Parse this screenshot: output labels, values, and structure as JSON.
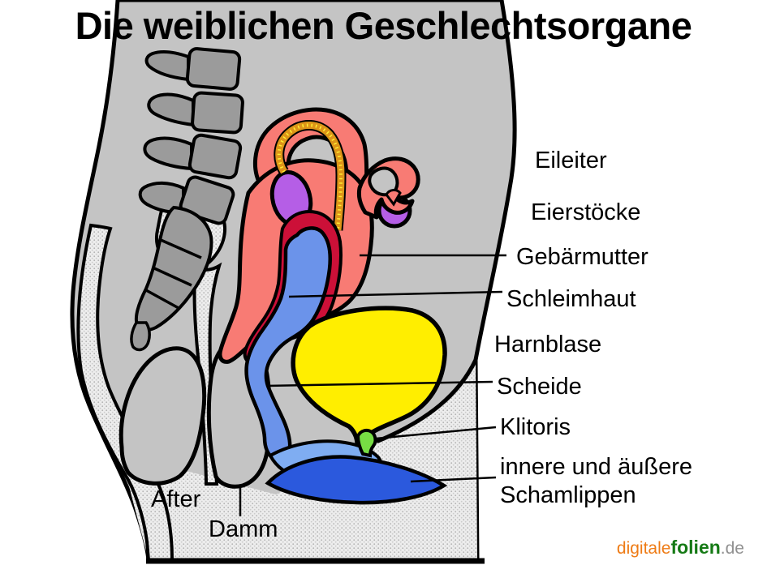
{
  "title": "Die weiblichen Geschlechtsorgane",
  "anatomy_labels": {
    "eileiter": "Eileiter",
    "eierstoecke": "Eierstöcke",
    "gebaermutter": "Gebärmutter",
    "schleimhaut": "Schleimhaut",
    "harnblase": "Harnblase",
    "scheide": "Scheide",
    "klitoris": "Klitoris",
    "schamlippen_line1": "innere und äußere",
    "schamlippen_line2": "Schamlippen",
    "after": "After",
    "damm": "Damm"
  },
  "logo": {
    "prefix": "digitale",
    "name": "folien",
    "tld": ".de"
  },
  "colors": {
    "body": "#c4c4c4",
    "bone": "#9b9b9b",
    "uterus_red": "#f87b74",
    "mucosa_crimson": "#cc1038",
    "tube_orange": "#dd9418",
    "tube_dots_yellow": "#ffee33",
    "ovary_purple": "#b55ee6",
    "bladder_yellow": "#ffee00",
    "vagina_blue": "#6b93ea",
    "vestibule_blue": "#7fadf2",
    "labia_blue": "#2b59dd",
    "clitoris_green": "#77dd44",
    "outline_black": "#000000",
    "logo_orange": "#ee7b15",
    "logo_green": "#157a15",
    "logo_gray": "#909090"
  }
}
